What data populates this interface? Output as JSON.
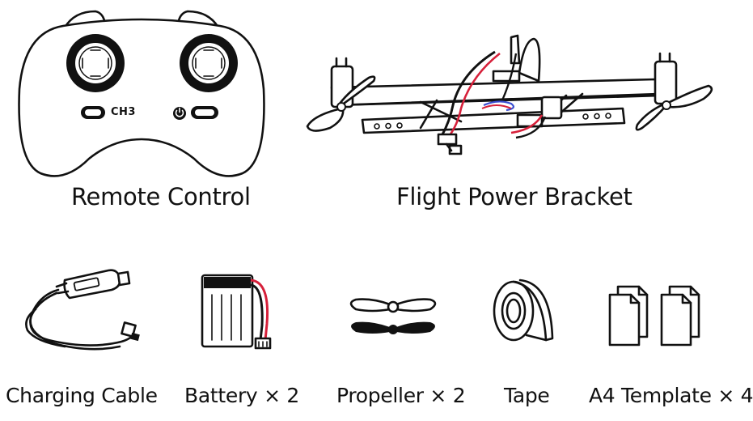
{
  "items": {
    "remote_control": {
      "label": "Remote Control",
      "button_label": "CH3",
      "power_icon": "power-icon"
    },
    "flight_power_bracket": {
      "label": "Flight Power Bracket"
    },
    "charging_cable": {
      "label": "Charging Cable"
    },
    "battery": {
      "label": "Battery × 2"
    },
    "propeller": {
      "label": "Propeller × 2"
    },
    "tape": {
      "label": "Tape"
    },
    "a4_template": {
      "label": "A4 Template × 4"
    }
  },
  "colors": {
    "line": "#111111",
    "wire_red": "#d6203a",
    "wire_blue": "#3b4fd1",
    "fill_dark": "#111111"
  }
}
